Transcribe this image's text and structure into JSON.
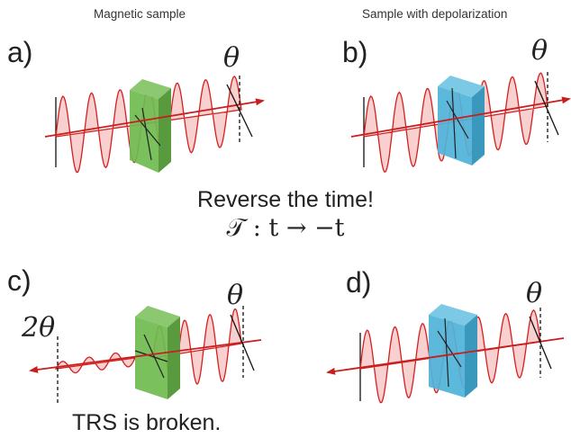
{
  "captions": {
    "left": "Magnetic sample",
    "right": "Sample with depolarization"
  },
  "panels": [
    {
      "label": "a)",
      "angle_label": "θ",
      "sample_color": "#6fbb4f",
      "direction": "forward"
    },
    {
      "label": "b)",
      "angle_label": "θ",
      "sample_color": "#4fb3d9",
      "direction": "forward"
    },
    {
      "label": "c)",
      "angle_label": "θ",
      "second_angle_label": "2θ",
      "sample_color": "#6fbb4f",
      "direction": "reversed"
    },
    {
      "label": "d)",
      "angle_label": "θ",
      "sample_color": "#4fb3d9",
      "direction": "reversed"
    }
  ],
  "center": {
    "heading": "Reverse the time!",
    "formula": "𝒯 : t → −t"
  },
  "footer": "TRS is broken.",
  "colors": {
    "wave": "#d42020",
    "wave_fill": "#f6c4c4",
    "arrow": "#c81e1e"
  }
}
